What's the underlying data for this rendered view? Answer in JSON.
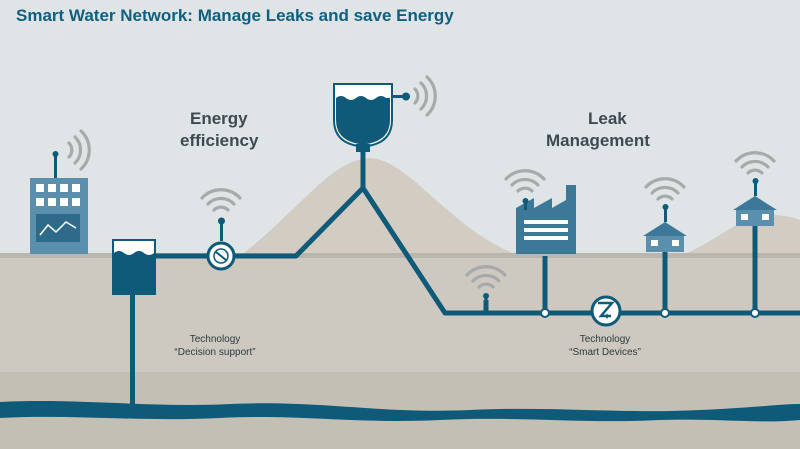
{
  "title": "Smart Water Network: Manage Leaks and save Energy",
  "labels": {
    "energy_line1": "Energy",
    "energy_line2": "efficiency",
    "leak_line1": "Leak",
    "leak_line2": "Management",
    "tech_left_line1": "Technology",
    "tech_left_line2": "“Decision support”",
    "tech_right_line1": "Technology",
    "tech_right_line2": "“Smart Devices”"
  },
  "colors": {
    "pipe": "#0e5a78",
    "water": "#0e5a78",
    "sky": "#dfe5e7",
    "hill": "#cfcac0",
    "ground": "#cdc9c0",
    "ground_deep": "#c5c1b7",
    "wifi": "#a7a9ab",
    "building_light": "#5b8fae",
    "building_dark": "#3d7898"
  },
  "icons": {
    "office": "office-building-icon",
    "tank_ground": "ground-tank-icon",
    "meter": "flow-meter-icon",
    "water_tower": "water-tower-icon",
    "factory": "factory-icon",
    "house": "house-icon",
    "smart_device": "smart-device-icon",
    "wireless": "wireless-signal-icon"
  }
}
